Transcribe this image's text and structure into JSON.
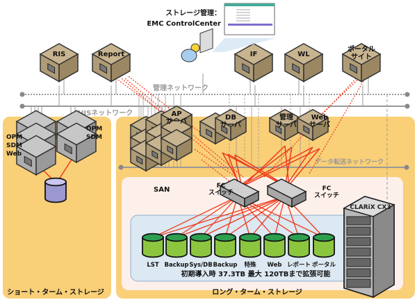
{
  "management_console": {
    "title": "ストレージ管理：",
    "product": "EMC ControlCenter"
  },
  "top_servers": [
    {
      "id": "ris",
      "label": "RIS"
    },
    {
      "id": "report",
      "label": "Report"
    },
    {
      "id": "if",
      "label": "IF"
    },
    {
      "id": "wl",
      "label": "WL"
    },
    {
      "id": "portal",
      "label": "ポータル\nサイト"
    }
  ],
  "networks": {
    "management": "管理ネットワーク",
    "his": "HISネットワーク",
    "data_transfer": "データ転送ネットワーク"
  },
  "short_term": {
    "title": "ショート・ターム・ストレージ",
    "server_a": [
      "OPM",
      "SDM",
      "Web"
    ],
    "server_b": [
      "OPM",
      "SDM"
    ]
  },
  "long_term": {
    "title": "ロング・ターム・ストレージ",
    "servers": [
      {
        "id": "ap",
        "label": "AP\nサーバ"
      },
      {
        "id": "db",
        "label": "DB\nサーバ"
      },
      {
        "id": "admin",
        "label": "管理\nサーバ"
      },
      {
        "id": "web",
        "label": "Web\nサーバ"
      }
    ],
    "san": {
      "label": "SAN",
      "switch_label_1": "FC\nスイッチ",
      "switch_label_2": "FC\nスイッチ",
      "storage_array": "CLARiX CX3",
      "volumes": [
        "LST",
        "Backup",
        "Sys/DB",
        "Backup",
        "特殊",
        "Web",
        "レポート",
        "ポータル"
      ],
      "capacity_caption": "初期導入時 37.3TB  最大 120TBまで拡張可能"
    }
  },
  "colors": {
    "panel": "#f9cf77",
    "san_panel": "#fdf0ea",
    "volume_panel": "#dce8f2",
    "link": "#ee3a1c",
    "server": "#c8b590",
    "volume": "#8cc63f"
  }
}
